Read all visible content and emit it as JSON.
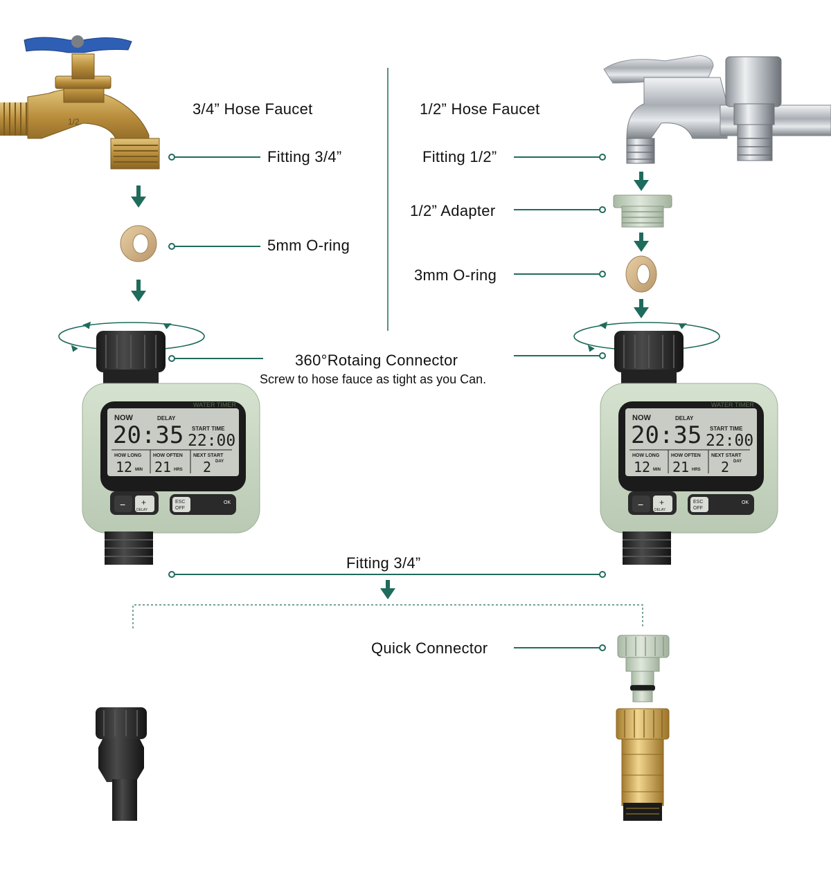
{
  "left": {
    "heading": "3/4” Hose Faucet",
    "fitting": "Fitting 3/4”",
    "oring": "5mm O-ring"
  },
  "right": {
    "heading": "1/2” Hose Faucet",
    "fitting": "Fitting 1/2”",
    "adapter": "1/2” Adapter",
    "oring": "3mm O-ring"
  },
  "connector": {
    "title": "360°Rotaing Connector",
    "subtitle": "Screw to hose fauce as tight as you Can."
  },
  "bottom_fitting": "Fitting 3/4”",
  "quick_connector": "Quick Connector",
  "timer": {
    "brand_text": "WATER TIMER",
    "now_label": "NOW",
    "delay_label": "DELAY",
    "current_time": "20:35",
    "start_time_label": "START TIME",
    "start_time": "22:00",
    "how_long_label": "HOW LONG",
    "how_long_value": "12",
    "how_long_unit": "MIN",
    "how_often_label": "HOW OFTEN",
    "how_often_value": "21",
    "how_often_unit": "HRS",
    "next_start_label": "NEXT START",
    "next_start_value": "2",
    "next_start_unit": "DAY",
    "btn_minus": "−",
    "btn_plus": "+",
    "btn_plus_sub": "DELAY",
    "btn_esc": "ESC",
    "btn_off": "OFF",
    "btn_ok": "OK"
  },
  "colors": {
    "accent": "#1f6b5c",
    "timer_body": "#c9d8c4",
    "lcd": "#c9ccc4",
    "brass": "#c9a455",
    "chrome": "#bfc3c8",
    "valve_handle": "#2f5fb5",
    "oring": "#d8b98c"
  }
}
